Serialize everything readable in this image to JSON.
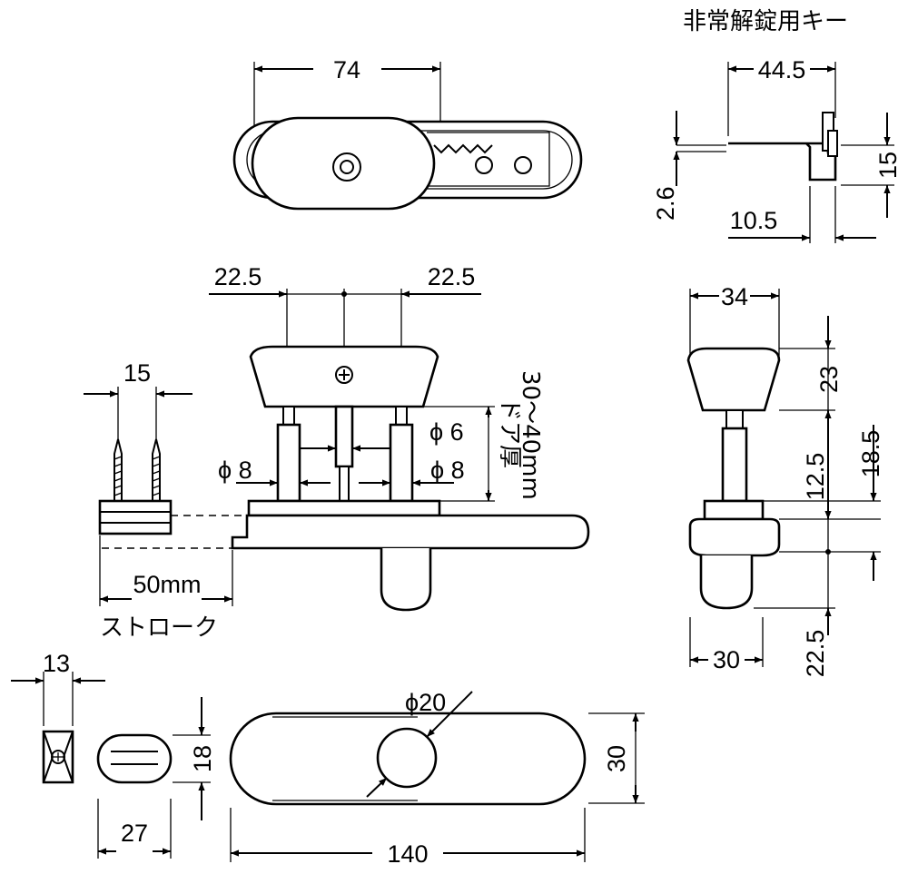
{
  "labels": {
    "emergency_key": "非常解錠用キー",
    "stroke": "ストローク",
    "door_thickness": "ドア厚",
    "door_range": "30～40mm",
    "stroke_len": "50mm"
  },
  "dims": {
    "top_width": "74",
    "key_width": "44.5",
    "key_thick": "2.6",
    "key_offset": "10.5",
    "key_height": "15",
    "spacing_left": "22.5",
    "spacing_right": "22.5",
    "pin_span": "15",
    "phi8_left": "ϕ 8",
    "phi6": "ϕ 6",
    "phi8_right": "ϕ 8",
    "side_width": "34",
    "side_h23": "23",
    "side_h185": "18.5",
    "side_h125": "12.5",
    "side_h225": "22.5",
    "side_bottom": "30",
    "bot_13": "13",
    "bot_18": "18",
    "bot_27": "27",
    "bot_phi20": "ϕ20",
    "bot_140": "140",
    "bot_30": "30"
  }
}
